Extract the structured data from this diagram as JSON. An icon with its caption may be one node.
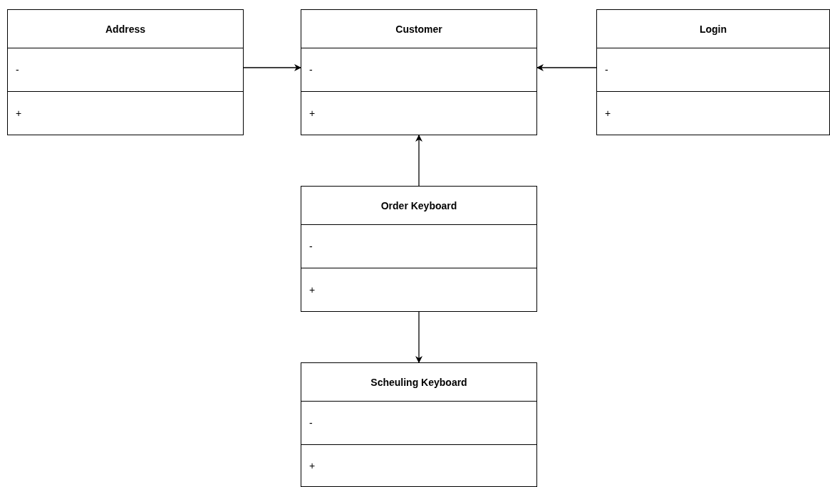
{
  "diagram": {
    "nodes": [
      {
        "text": [
          "Address",
          "-",
          "+"
        ]
      },
      {
        "text": [
          "Customer",
          "-",
          "+"
        ]
      },
      {
        "text": [
          "Login",
          "-",
          "+"
        ]
      },
      {
        "text": [
          "Order Keyboard",
          "-",
          "+"
        ]
      },
      {
        "text": [
          "Scheuling Keyboard",
          "-",
          "+"
        ]
      }
    ],
    "edges": [
      {
        "from": 0,
        "to": 1,
        "arrow": "to"
      },
      {
        "from": 2,
        "to": 1,
        "arrow": "to"
      },
      {
        "from": 3,
        "to": 1,
        "arrow": "to"
      },
      {
        "from": 3,
        "to": 4,
        "arrow": "to"
      }
    ]
  }
}
